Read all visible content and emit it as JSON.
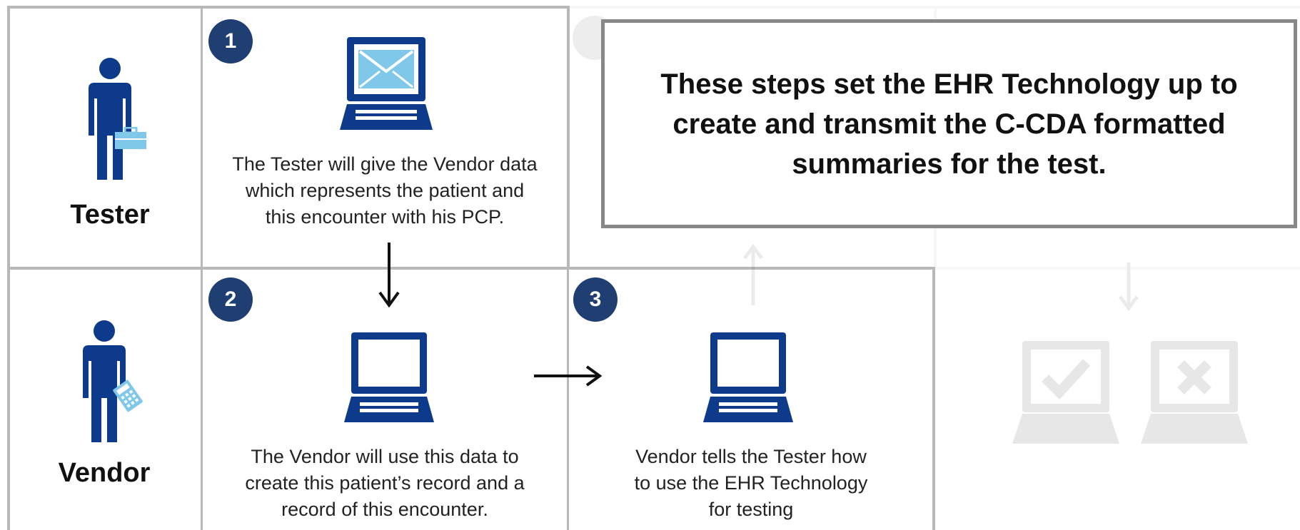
{
  "roles": {
    "tester": "Tester",
    "vendor": "Vendor"
  },
  "steps": [
    {
      "number": "1",
      "text_lines": [
        "The Tester will give the Vendor data",
        "which represents the patient and",
        "this encounter with his PCP."
      ]
    },
    {
      "number": "2",
      "text_lines": [
        "The Vendor will use this data to",
        "create this patient’s record and a",
        "record of this encounter."
      ]
    },
    {
      "number": "3",
      "text_lines": [
        "Vendor tells the Tester how",
        "to use the EHR Technology",
        "for testing"
      ]
    }
  ],
  "callout": {
    "text": "These steps set the EHR Technology up to create and transmit the C-CDA formatted summaries for the test."
  },
  "colors": {
    "navy": "#1f3f73",
    "laptop_blue": "#0e3a8c",
    "light_blue": "#7fc8ea",
    "grid": "#b8b8b8"
  },
  "icons": [
    "tester-person-icon",
    "briefcase-icon",
    "vendor-person-icon",
    "calculator-icon",
    "laptop-mail-icon",
    "laptop-icon",
    "down-arrow-icon",
    "right-arrow-icon",
    "check-laptop-icon",
    "x-laptop-icon"
  ]
}
